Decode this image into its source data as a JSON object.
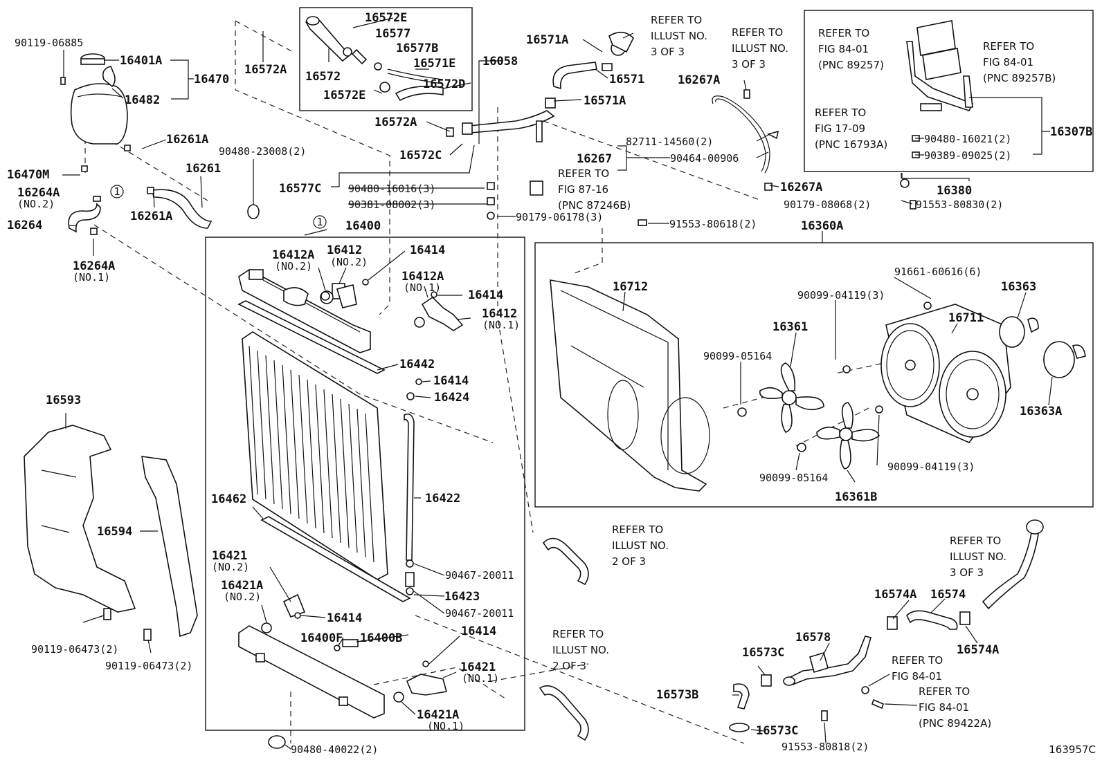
{
  "figure_id": "163957C",
  "labels": {
    "l01": "90119-06885",
    "l02": "16401A",
    "l03": "16470",
    "l04": "16482",
    "l05": "16470M",
    "l06": "16261A",
    "l07": "16261",
    "l08": "16261A",
    "l09": "16264A",
    "l10": "(NO.2)",
    "l11": "16264",
    "l12": "16264A",
    "l13": "(NO.1)",
    "l14": "16572E",
    "l15": "16577",
    "l16": "16577B",
    "l17": "16571E",
    "l18": "16058",
    "l19": "16572",
    "l20": "16572E",
    "l21": "16572D",
    "l22": "16572A",
    "l23": "16572A",
    "l24": "16572C",
    "l25": "90480-23008(2)",
    "l26": "16577C",
    "l27": "90480-16016(3)",
    "l28": "90381-08002(3)",
    "l29": "90179-06178(3)",
    "l30": "16571A",
    "l31": "16571",
    "l32": "16571A",
    "l33": "16267A",
    "l34": "82711-14560(2)",
    "l35": "16267",
    "l36": "90464-00906",
    "l37": "16267A",
    "l38": "16307B",
    "l39": "90480-16021(2)",
    "l40": "90389-09025(2)",
    "l41": "16380",
    "l42": "90179-08068(2)",
    "l43": "91553-80830(2)",
    "l44": "91553-80618(2)",
    "l45": "16360A",
    "l46": "16400",
    "l47": "16412A",
    "l48": "(NO.2)",
    "l49": "16412",
    "l50": "(NO.2)",
    "l51": "16414",
    "l52": "16412A",
    "l53": "(NO.1)",
    "l54": "16414",
    "l55": "16412",
    "l56": "(NO.1)",
    "l57": "16442",
    "l58": "16414",
    "l59": "16424",
    "l60": "16462",
    "l61": "16422",
    "l62": "16421",
    "l63": "(NO.2)",
    "l64": "16421A",
    "l65": "(NO.2)",
    "l66": "16414",
    "l67": "90467-20011",
    "l68": "16423",
    "l69": "90467-20011",
    "l70": "16400F",
    "l71": "16400B",
    "l72": "16414",
    "l73": "16421",
    "l74": "(NO.1)",
    "l75": "16421A",
    "l76": "(NO.1)",
    "l77": "90480-40022(2)",
    "l78": "16593",
    "l79": "16594",
    "l80": "90119-06473(2)",
    "l81": "90119-06473(2)",
    "l82": "16712",
    "l83": "91661-60616(6)",
    "l84": "16363",
    "l85": "90099-04119(3)",
    "l86": "16361",
    "l87": "16711",
    "l88": "90099-05164",
    "l89": "16363A",
    "l90": "90099-05164",
    "l91": "90099-04119(3)",
    "l92": "16361B",
    "l93": "16574A",
    "l94": "16574",
    "l95": "16574A",
    "l96": "16578",
    "l97": "16573C",
    "l98": "16573B",
    "l99": "16573C",
    "l100": "91553-80818(2)",
    "c1": "1",
    "c2": "1"
  },
  "notes": {
    "n01": [
      "REFER TO",
      "ILLUST NO.",
      "3 OF 3"
    ],
    "n02": [
      "REFER TO",
      "ILLUST NO.",
      "3 OF 3"
    ],
    "n03": [
      "REFER TO",
      "FIG 84-01",
      "(PNC 89257)"
    ],
    "n04": [
      "REFER TO",
      "FIG 84-01",
      "(PNC 89257B)"
    ],
    "n05": [
      "REFER TO",
      "FIG 17-09",
      "(PNC 16793A)"
    ],
    "n06": [
      "REFER TO",
      "FIG 87-16",
      "(PNC 87246B)"
    ],
    "n07": [
      "REFER TO",
      "ILLUST NO.",
      "2 OF 3"
    ],
    "n08": [
      "REFER TO",
      "ILLUST NO.",
      "2 OF 3"
    ],
    "n09": [
      "REFER TO",
      "ILLUST NO.",
      "3 OF 3"
    ],
    "n10": [
      "REFER TO",
      "FIG 84-01"
    ],
    "n11": [
      "REFER TO",
      "FIG 84-01",
      "(PNC 89422A)"
    ]
  }
}
